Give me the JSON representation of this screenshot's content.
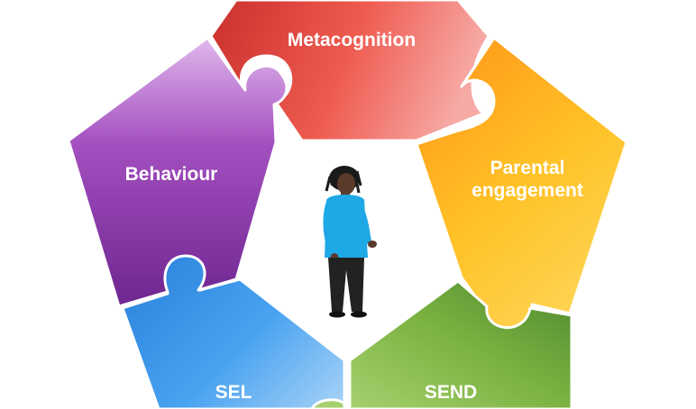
{
  "diagram": {
    "segments": [
      {
        "id": "metacognition",
        "label": "Metacognition",
        "colors": [
          "#c9302c",
          "#ef5b50",
          "#f6a9a5"
        ]
      },
      {
        "id": "parental",
        "label_lines": [
          "Parental",
          "engagement"
        ],
        "colors": [
          "#ff9a1a",
          "#ffc227",
          "#ffd65a"
        ]
      },
      {
        "id": "send",
        "label": "SEND",
        "colors": [
          "#4e8a2e",
          "#7cb342",
          "#a6d06e"
        ]
      },
      {
        "id": "sel",
        "label": "SEL",
        "colors": [
          "#2f87e0",
          "#4aa3f0",
          "#a9d3f8"
        ]
      },
      {
        "id": "behaviour",
        "label": "Behaviour",
        "colors": [
          "#e1b7ec",
          "#a34fbf",
          "#6e2690"
        ]
      }
    ],
    "figure": {
      "shirt": "#1ea8e6",
      "skin": "#5a3a2a",
      "hair": "#1a1a1a",
      "trousers": "#222222"
    }
  }
}
